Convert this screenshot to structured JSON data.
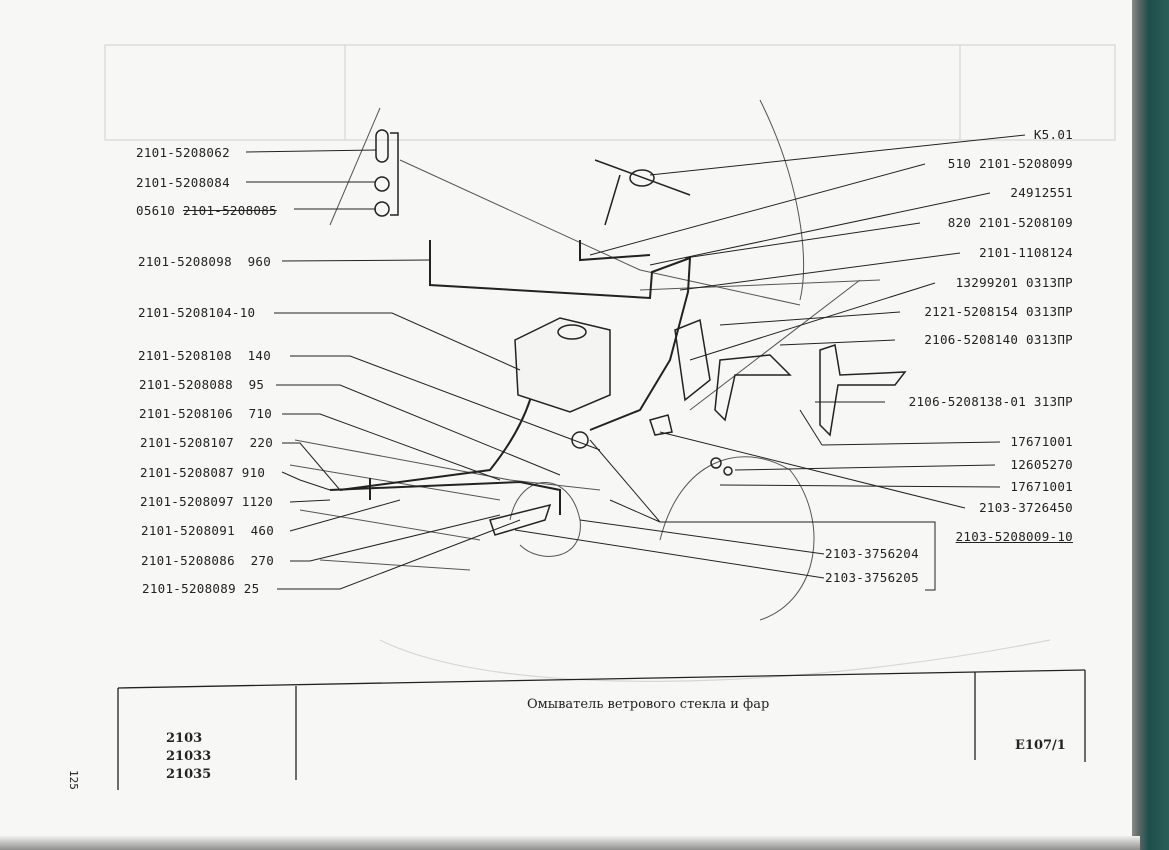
{
  "left_labels": [
    {
      "part": "2101-5208062",
      "qty": ""
    },
    {
      "part": "2101-5208084",
      "qty": ""
    },
    {
      "prefix": "05610",
      "part": "2101-5208085",
      "qty": ""
    },
    {
      "part": "2101-5208098",
      "qty": "960"
    },
    {
      "part": "2101-5208104-10",
      "qty": ""
    },
    {
      "part": "2101-5208108",
      "qty": "140"
    },
    {
      "part": "2101-5208088",
      "qty": "95"
    },
    {
      "part": "2101-5208106",
      "qty": "710"
    },
    {
      "part": "2101-5208107",
      "qty": "220"
    },
    {
      "part": "2101-5208087",
      "qty": "910"
    },
    {
      "part": "2101-5208097",
      "qty": "1120"
    },
    {
      "part": "2101-5208091",
      "qty": "460"
    },
    {
      "part": "2101-5208086",
      "qty": "270"
    },
    {
      "part": "2101-5208089",
      "qty": "25"
    }
  ],
  "right_labels": [
    "K5.01",
    "510  2101-5208099",
    "24912551",
    "820  2101-5208109",
    "2101-1108124",
    "13299201  0313ПР",
    "2121-5208154  0313ПР",
    "2106-5208140  0313ПР",
    "2106-5208138-01  313ПР",
    "17671001",
    "12605270",
    "17671001",
    "2103-3726450",
    "2103-5208009-10",
    "2103-3756204",
    "2103-3756205"
  ],
  "title_block": {
    "title": "Омыватель ветрового стекла и фар",
    "models": [
      "2103",
      "21033",
      "21035"
    ],
    "sheet_code": "E107/1",
    "page_number": "125"
  }
}
